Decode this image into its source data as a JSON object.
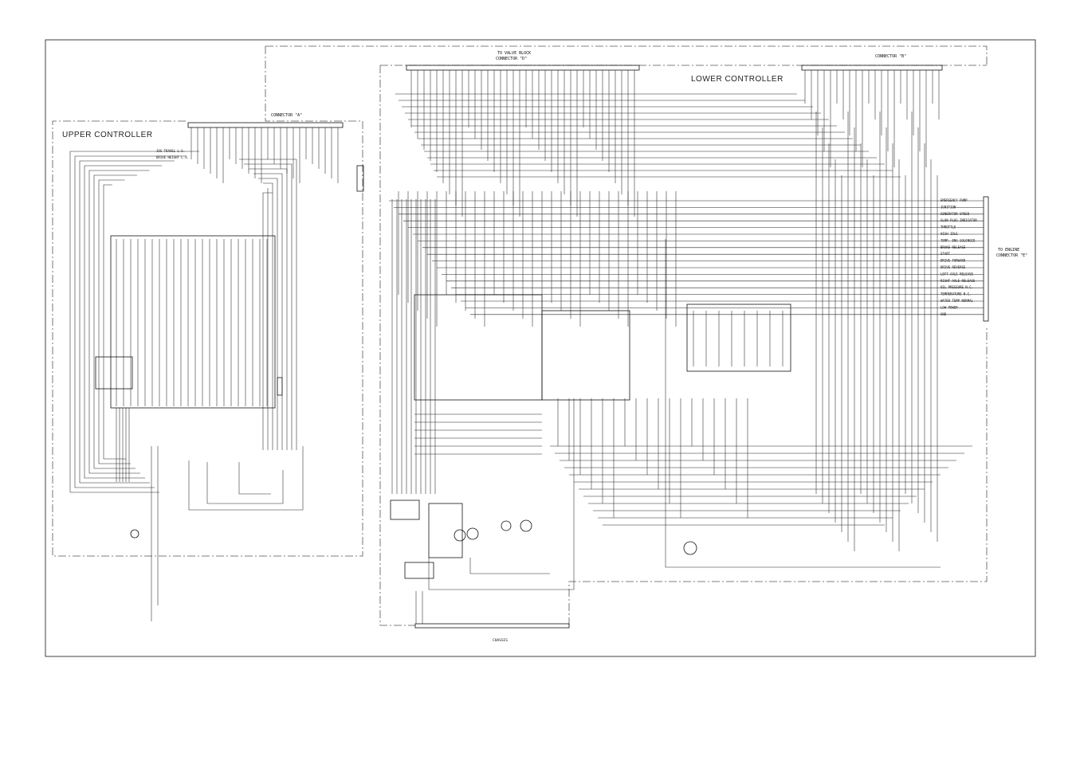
{
  "sections": {
    "upper_controller": "UPPER CONTROLLER",
    "lower_controller": "LOWER CONTROLLER"
  },
  "connectors": {
    "a": "CONNECTOR \"A\"",
    "b": "CONNECTOR \"B\"",
    "d_line1": "TO VALVE BLOCK",
    "d_line2": "CONNECTOR \"D\"",
    "e_line1": "TO ENGINE",
    "e_line2": "CONNECTOR \"E\""
  },
  "misc": {
    "chassis": "CHASSIS",
    "upper_inputs": [
      "JOG TRAVEL L.S.",
      "DRIVE HEIGHT L.S."
    ]
  },
  "engine_connector_labels": [
    "EMERGENCY PUMP",
    "IGNITION",
    "GENERATOR SPEED",
    "GLOW PLUG INDICATOR",
    "THROTTLE",
    "HIGH IDLE",
    "TEMP. ENG SOLENOID",
    "BRAKE RELEASE",
    "START",
    "DRIVE FORWARD",
    "DRIVE REVERSE",
    "LEFT AXLE RELEASE",
    "RIGHT AXLE RELEASE",
    "OIL PRESSURE N.C.",
    "TEMPERATURE N.C.",
    "WATER TEMP NORMAL",
    "LOW POWER",
    "GND"
  ],
  "colors": {
    "ink": "#111111",
    "frame": "#222222",
    "boundary": "#555555",
    "paper": "#ffffff"
  }
}
